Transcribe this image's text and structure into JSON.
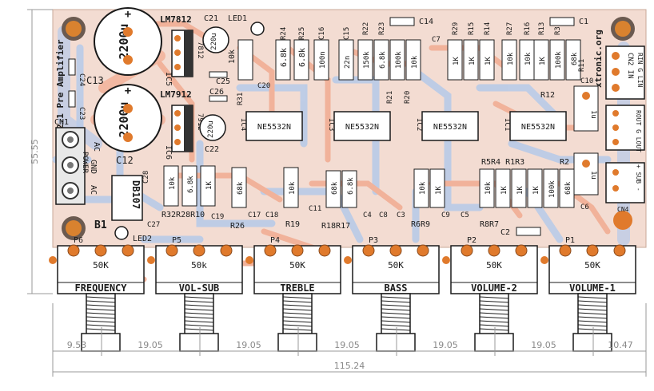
{
  "board": {
    "title": "2.1 Pre Amplifier",
    "website": "xtronic.org",
    "colors": {
      "board": "#f3dcd2",
      "trace_top": "#f1b29a",
      "trace_bottom": "#b9cbe8",
      "pad": "#e07a2c",
      "pad_ring": "#8a4a1c",
      "silk": "#1a1a1a",
      "pot_body": "#ffffff"
    }
  },
  "parts": {
    "lm7812": "LM7812",
    "lm7912": "LM7912",
    "reg_top": "7812",
    "reg_bottom": "7912",
    "ic5": "IC5",
    "ic6": "IC6",
    "cap_big_1_value": "2200u",
    "cap_big_2_value": "2200u",
    "c12": "C12",
    "c13": "C13",
    "c21": "C21",
    "c21v": "220u",
    "c22": "C22",
    "c22v": "220u",
    "c24": "C24",
    "c23": "C23",
    "c25": "C25",
    "c26": "C26",
    "c27": "C27",
    "c28": "C28",
    "led1": "LED1",
    "led2": "LED2",
    "r31": "R31",
    "r24": "R24",
    "r25": "R25",
    "c16": "C16",
    "c15": "C15",
    "c14": "C14",
    "c20": "C20",
    "c7": "C7",
    "c1": "C1",
    "r22": "R22",
    "r23": "R23",
    "r21": "R21",
    "r20": "R20",
    "r29": "R29",
    "r15": "R15",
    "r14": "R14",
    "r27": "R27",
    "r16": "R16",
    "r13": "R13",
    "r30": "R30",
    "r11": "R11",
    "r12": "R12",
    "c10": "C10",
    "c10v": "1u",
    "c6": "C6",
    "c6v": "1u",
    "cn1": "CN1",
    "cn2": "CN2 IN",
    "cn2pins": "RIN G LIN",
    "cn3": "ROUT G LOUT",
    "cn4": "CN4",
    "cn4lbl": "+ SUB -",
    "ic1": "IC1",
    "ic2": "IC2",
    "ic3": "IC3",
    "ic4": "IC4",
    "ne5532": "NE5532N",
    "power": "POWER",
    "gnd": "GND",
    "ac": "AC",
    "b1": "B1",
    "db107": "DB107",
    "r32r28r10": "R32R28R10",
    "r26": "R26",
    "r19": "R19",
    "r18r17": "R18R17",
    "r6r9": "R6R9",
    "r5r4r1r3": "R5R4 R1R3",
    "r2": "R2",
    "r8r7": "R8R7",
    "c2": "C2",
    "c3": "C3",
    "c4": "C4",
    "c5": "C5",
    "c8": "C8",
    "c9": "C9",
    "c11": "C11",
    "c17": "C17",
    "c18": "C18",
    "c19": "C19",
    "v_10k": "10k",
    "v_6k8": "6.8k",
    "v_1k": "1K",
    "v_68k": "68k",
    "v_100k": "100k",
    "v_150k": "150k",
    "v_100n": "100n",
    "v_22n": "22n"
  },
  "pots": [
    {
      "ref": "P6",
      "value": "50K",
      "label": "FREQUENCY"
    },
    {
      "ref": "P5",
      "value": "50k",
      "label": "VOL-SUB"
    },
    {
      "ref": "P4",
      "value": "50K",
      "label": "TREBLE"
    },
    {
      "ref": "P3",
      "value": "50K",
      "label": "BASS"
    },
    {
      "ref": "P2",
      "value": "50K",
      "label": "VOLUME-2"
    },
    {
      "ref": "P1",
      "value": "50K",
      "label": "VOLUME-1"
    }
  ],
  "dimensions": {
    "height": "55.55",
    "width": "115.24",
    "spacings": [
      "9.53",
      "19.05",
      "19.05",
      "19.05",
      "19.05",
      "19.05",
      "10.47"
    ]
  }
}
